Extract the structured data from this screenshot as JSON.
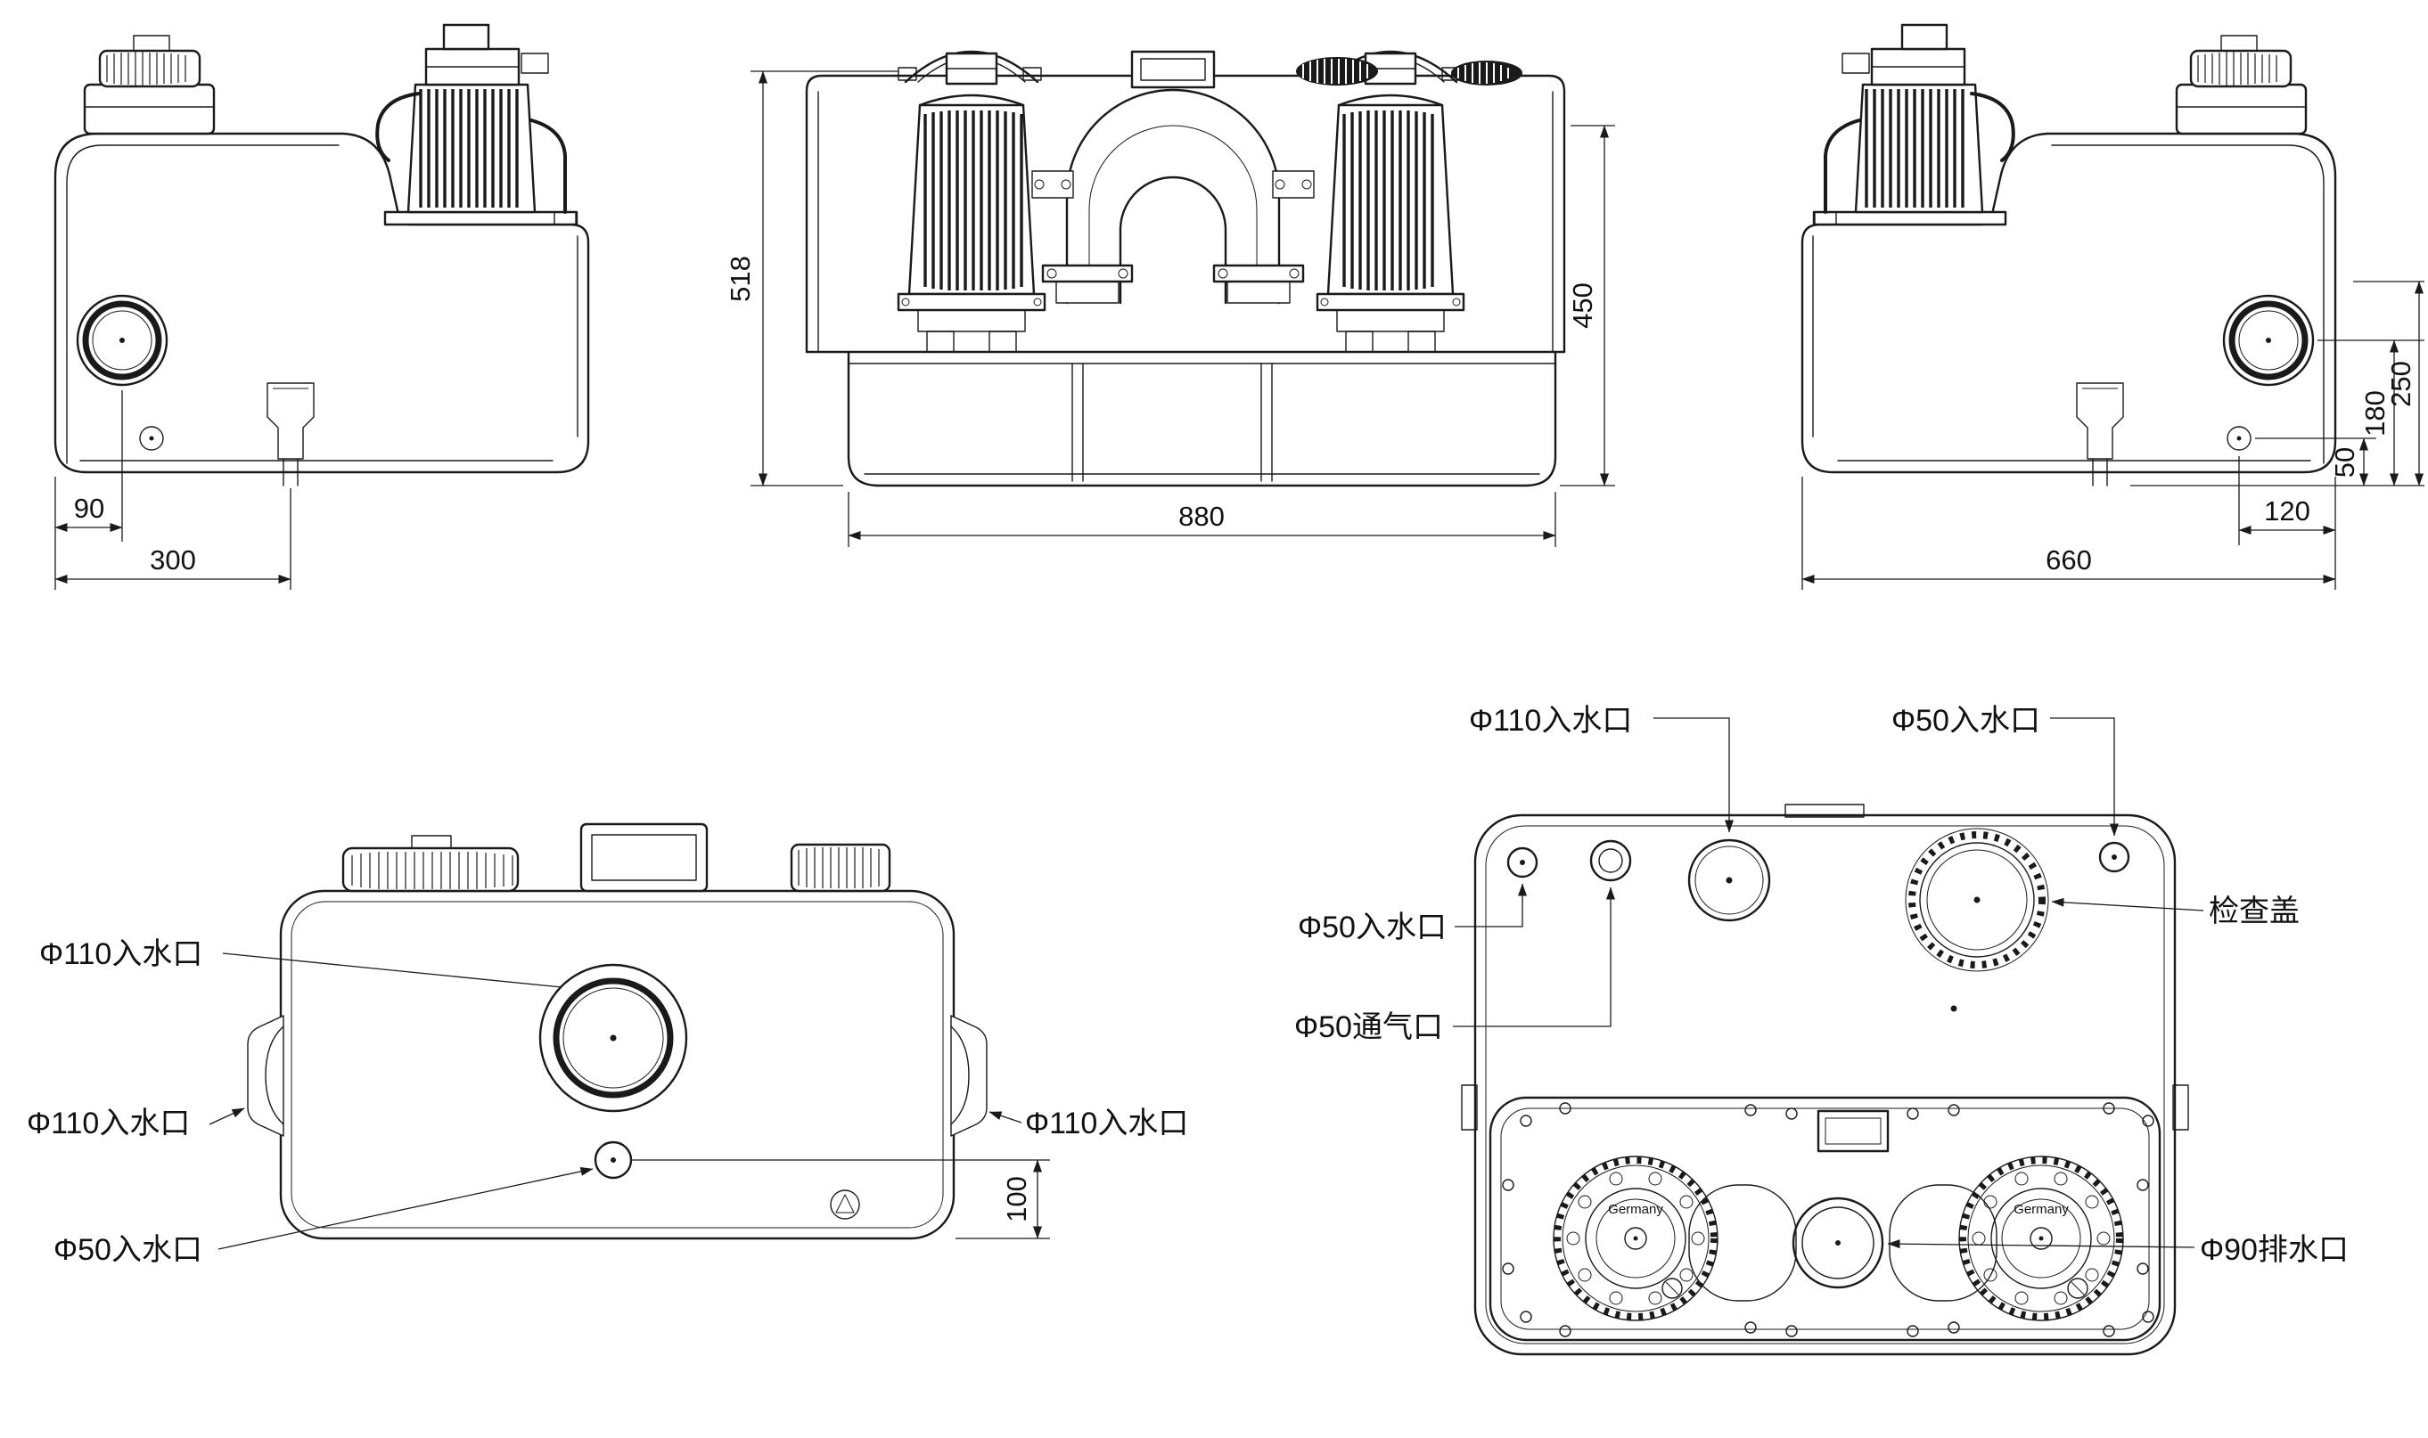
{
  "meta": {
    "background": "#ffffff",
    "line_color": "#1a1a1a"
  },
  "views": {
    "side_left": {
      "dims": {
        "d90": "90",
        "d300": "300"
      }
    },
    "front": {
      "dims": {
        "d518": "518",
        "d450": "450",
        "d880": "880"
      }
    },
    "side_right": {
      "dims": {
        "d50": "50",
        "d180": "180",
        "d250": "250",
        "d120": "120",
        "d660": "660"
      }
    },
    "top_plan": {
      "labels": {
        "inlet110_main": "Φ110入水口",
        "inlet110_left": "Φ110入水口",
        "inlet110_right": "Φ110入水口",
        "inlet50": "Φ50入水口"
      },
      "dims": {
        "d100": "100"
      }
    },
    "top_fittings": {
      "labels": {
        "inlet110": "Φ110入水口",
        "inlet50_top": "Φ50入水口",
        "inlet50_left": "Φ50入水口",
        "vent50": "Φ50通气口",
        "inspection_cover": "检查盖",
        "outlet90": "Φ90排水口"
      },
      "flange_brand": "Germany"
    }
  }
}
